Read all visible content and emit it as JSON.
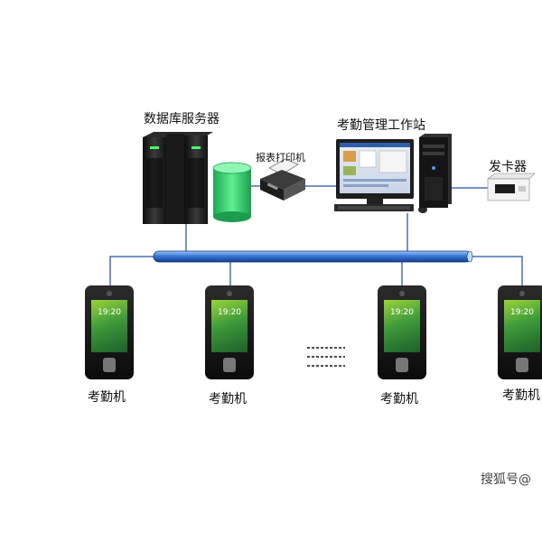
{
  "labels": {
    "db_server": "数据库服务器",
    "workstation": "考勤管理工作站",
    "printer": "报表打印机",
    "card_issuer": "发卡器"
  },
  "terminals": [
    {
      "label": "考勤机",
      "time": "19:20"
    },
    {
      "label": "考勤机",
      "time": "19:20"
    },
    {
      "label": "考勤机",
      "time": "19:20"
    },
    {
      "label": "考勤机",
      "time": "19:20"
    }
  ],
  "watermark": "搜狐号@",
  "colors": {
    "bus": "#2b5fb8",
    "bus_highlight": "#7fb0ff",
    "link": "#4a6fb5",
    "db_green": "#35d36c",
    "screen_green": "#5fbf3f"
  }
}
